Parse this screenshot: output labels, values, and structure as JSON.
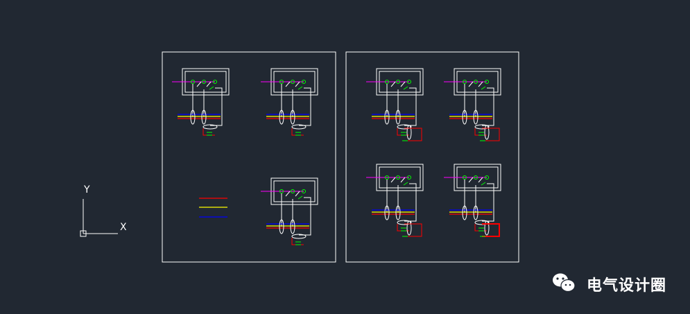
{
  "ucs": {
    "y_label": "Y",
    "x_label": "X"
  },
  "watermark": {
    "text": "电气设计圈",
    "icon": "wechat-icon"
  },
  "colors": {
    "background": "#212832",
    "frame": "#ffffff",
    "magenta": "#ff00ff",
    "green": "#00ff00",
    "red": "#ff0000",
    "yellow": "#ffff00",
    "blue": "#0000ff",
    "white": "#ffffff"
  },
  "sheets": [
    {
      "name": "sheet-left",
      "diagrams": 3,
      "legend": [
        "red",
        "yellow",
        "blue"
      ]
    },
    {
      "name": "sheet-right",
      "diagrams": 4
    }
  ]
}
